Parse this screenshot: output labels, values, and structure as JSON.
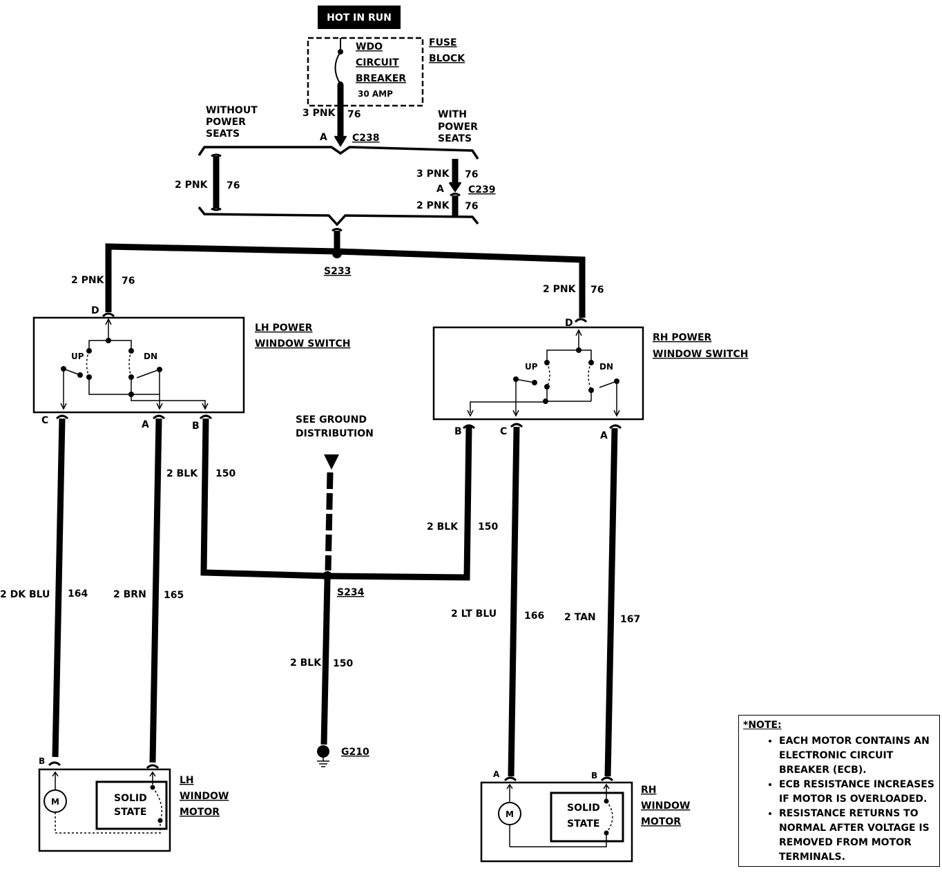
{
  "header": {
    "hot_in_run": "HOT IN RUN"
  },
  "fuse": {
    "block_line1": "FUSE",
    "block_line2": "BLOCK",
    "breaker_line1": "WDO",
    "breaker_line2": "CIRCUIT",
    "breaker_line3": "BREAKER",
    "rating": "30 AMP"
  },
  "seats": {
    "without_line1": "WITHOUT",
    "without_line2": "POWER",
    "without_line3": "SEATS",
    "with_line1": "WITH",
    "with_line2": "POWER",
    "with_line3": "SEATS"
  },
  "wires": {
    "pnk3": "3 PNK",
    "pnk2": "2 PNK",
    "c76": "76",
    "blk2": "2 BLK",
    "c150": "150",
    "dkblu": "2 DK BLU",
    "c164": "164",
    "brn": "2 BRN",
    "c165": "165",
    "ltblu": "2 LT BLU",
    "c166": "166",
    "tan": "2 TAN",
    "c167": "167"
  },
  "connectors": {
    "c238": "C238",
    "c239": "C239",
    "s233": "S233",
    "s234": "S234",
    "g210": "G210",
    "pin_a": "A",
    "pin_b": "B",
    "pin_c": "C",
    "pin_d": "D"
  },
  "lh_switch": {
    "line1": "LH POWER",
    "line2": "WINDOW SWITCH",
    "up": "UP",
    "dn": "DN"
  },
  "rh_switch": {
    "line1": "RH POWER",
    "line2": "WINDOW SWITCH",
    "up": "UP",
    "dn": "DN"
  },
  "ground": {
    "line1": "SEE GROUND",
    "line2": "DISTRIBUTION"
  },
  "lh_motor": {
    "line1": "LH",
    "line2": "WINDOW",
    "line3": "MOTOR",
    "m": "M",
    "solid1": "SOLID",
    "solid2": "STATE"
  },
  "rh_motor": {
    "line1": "RH",
    "line2": "WINDOW",
    "line3": "MOTOR",
    "m": "M",
    "solid1": "SOLID",
    "solid2": "STATE"
  },
  "note": {
    "title": "*NOTE:",
    "items": [
      "EACH MOTOR CONTAINS AN ELECTRONIC CIRCUIT BREAKER (ECB).",
      "ECB RESISTANCE INCREASES IF MOTOR IS OVERLOADED.",
      "RESISTANCE RETURNS TO NORMAL AFTER VOLTAGE IS REMOVED FROM MOTOR TERMINALS."
    ]
  }
}
